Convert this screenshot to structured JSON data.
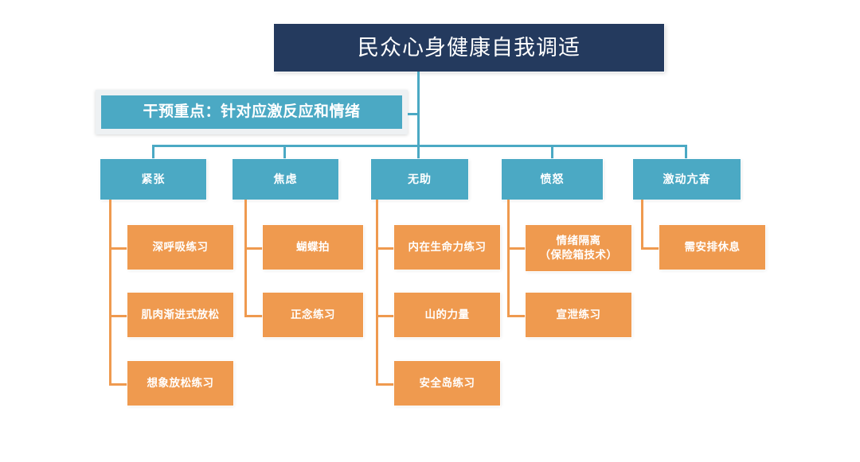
{
  "diagram": {
    "title": "民众心身健康自我调适",
    "focus": "干预重点：针对应激反应和情绪",
    "categories": [
      {
        "label": "紧张"
      },
      {
        "label": "焦虑"
      },
      {
        "label": "无助"
      },
      {
        "label": "愤怒"
      },
      {
        "label": "激动亢奋"
      }
    ],
    "items": {
      "col1": [
        {
          "line1": "深呼吸练习",
          "line2": ""
        },
        {
          "line1": "肌肉渐进式放松",
          "line2": ""
        },
        {
          "line1": "想象放松练习",
          "line2": ""
        }
      ],
      "col2": [
        {
          "line1": "蝴蝶拍",
          "line2": ""
        },
        {
          "line1": "正念练习",
          "line2": ""
        }
      ],
      "col3": [
        {
          "line1": "内在生命力练习",
          "line2": ""
        },
        {
          "line1": "山的力量",
          "line2": ""
        },
        {
          "line1": "安全岛练习",
          "line2": ""
        }
      ],
      "col4": [
        {
          "line1": "情绪隔离",
          "line2": "（保险箱技术）"
        },
        {
          "line1": "宣泄练习",
          "line2": ""
        }
      ],
      "col5": [
        {
          "line1": "需安排休息",
          "line2": ""
        }
      ]
    },
    "colors": {
      "title_bg": "#243A5E",
      "teal": "#4BA9C4",
      "orange": "#EF9A4F",
      "focus_border": "#EEF1F3",
      "page_bg": "#FFFFFF",
      "text": "#FFFFFF"
    }
  }
}
